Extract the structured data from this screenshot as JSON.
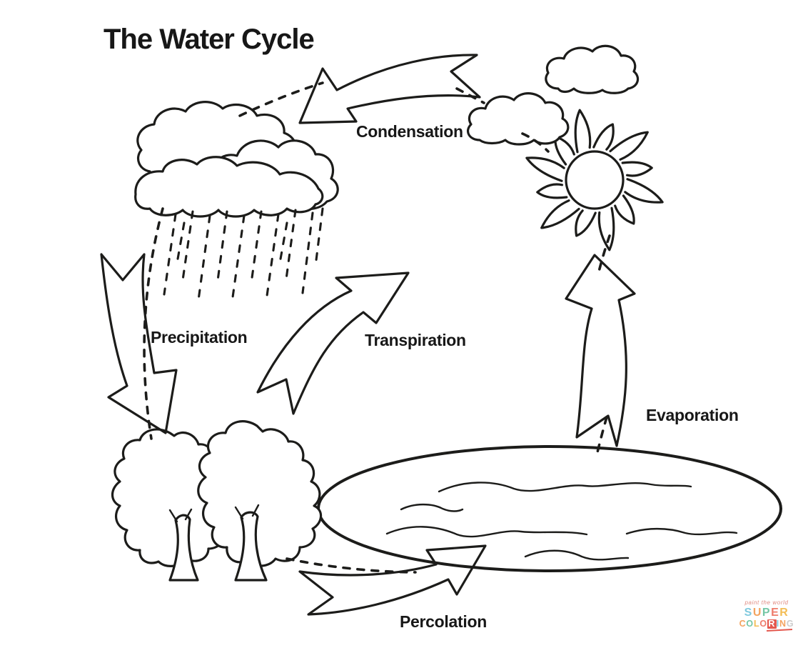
{
  "page": {
    "title": "The Water Cycle",
    "background": "#ffffff",
    "ink_color": "#1c1c1a"
  },
  "labels": {
    "condensation": "Condensation",
    "precipitation": "Precipitation",
    "transpiration": "Transpiration",
    "evaporation": "Evaporation",
    "percolation": "Percolation"
  },
  "diagram": {
    "type": "line-art coloring page diagram of the water cycle",
    "scene": [
      "large rain cloud with dashed falling rain (upper left)",
      "small cloud (top center)",
      "small cloud (top right)",
      "sun with wavy flame rays (upper right)",
      "two leafy trees (lower left)",
      "lake with ripple lines (lower right)",
      "dotted guide lines linking the cycle stages"
    ],
    "arrows": [
      {
        "label": "Condensation",
        "direction": "curved left, from small cloud toward rain cloud"
      },
      {
        "label": "Precipitation",
        "direction": "curved down, from rain cloud to the trees"
      },
      {
        "label": "Transpiration",
        "direction": "curved up-right, from trees toward the sky"
      },
      {
        "label": "Evaporation",
        "direction": "curved up, from lake toward the sun"
      },
      {
        "label": "Percolation",
        "direction": "curved up-right, from ground into the lake"
      }
    ]
  },
  "watermark": {
    "tagline": "paint the world",
    "word1": [
      {
        "ch": "S",
        "color": "#7fc9de"
      },
      {
        "ch": "U",
        "color": "#f4a460"
      },
      {
        "ch": "P",
        "color": "#74c6a5"
      },
      {
        "ch": "E",
        "color": "#ee7b6b"
      },
      {
        "ch": "R",
        "color": "#f3bd55"
      }
    ],
    "word2": [
      {
        "ch": "C",
        "color": "#f4a460"
      },
      {
        "ch": "O",
        "color": "#74c6a5"
      },
      {
        "ch": "L",
        "color": "#f3bd55"
      },
      {
        "ch": "O",
        "color": "#ee7b6b"
      },
      {
        "ch": "R",
        "color": "#ffffff",
        "bg": "#e4584e"
      },
      {
        "ch": "I",
        "color": "#7fc9de"
      },
      {
        "ch": "N",
        "color": "#f4a460"
      },
      {
        "ch": "G",
        "color": "#cccccc"
      }
    ],
    "underline_color": "#e4584e"
  }
}
